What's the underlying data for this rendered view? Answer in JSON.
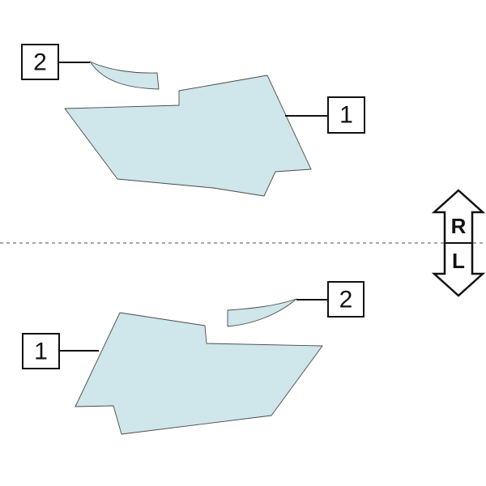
{
  "callouts": {
    "right_side": {
      "panel_label": "1",
      "small_part_label": "2"
    },
    "left_side": {
      "panel_label": "1",
      "small_part_label": "2"
    }
  },
  "side_indicator": {
    "upper_letter": "R",
    "lower_letter": "L"
  },
  "colors": {
    "part_fill": "#cfe6ea",
    "outline": "#111111",
    "divider": "#8a8a8a"
  }
}
